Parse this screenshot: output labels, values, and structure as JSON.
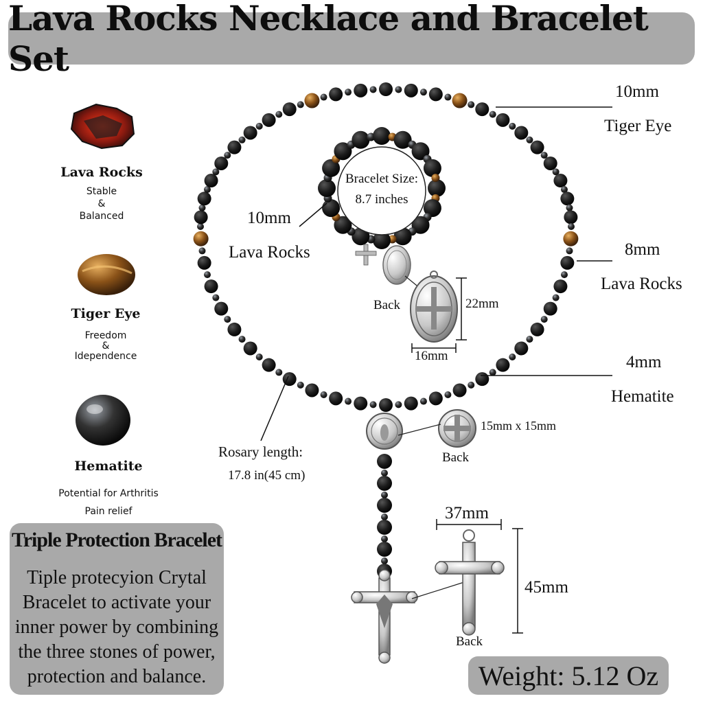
{
  "title": "Lava Rocks Necklace and Bracelet Set",
  "stones": [
    {
      "name": "Lava Rocks",
      "desc": [
        "Stable",
        "&",
        "Balanced"
      ]
    },
    {
      "name": "Tiger Eye",
      "desc": [
        "Freedom",
        "&",
        "Idependence"
      ]
    },
    {
      "name": "Hematite",
      "desc": [
        "Potential for Arthritis",
        "Pain relief"
      ]
    }
  ],
  "labels": {
    "tiger_size": "10mm",
    "tiger_name": "Tiger Eye",
    "lava8_size": "8mm",
    "lava8_name": "Lava Rocks",
    "hematite_size": "4mm",
    "hematite_name": "Hematite",
    "bracelet_size_line1": "Bracelet Size:",
    "bracelet_size_line2": "8.7 inches",
    "lava10_size": "10mm",
    "lava10_name": "Lava Rocks",
    "medal_back": "Back",
    "medal_height": "22mm",
    "medal_width": "16mm",
    "rosary_length_line1": "Rosary length:",
    "rosary_length_line2": "17.8 in(45 cm)",
    "center_size": "15mm x 15mm",
    "center_back": "Back",
    "cross_width": "37mm",
    "cross_height": "45mm",
    "cross_back": "Back"
  },
  "triple": {
    "title": "Triple Protection Bracelet",
    "lines": [
      "Tiple protecyion Crytal",
      "Bracelet to activate your",
      "inner power by combining",
      "the three stones of power,",
      "protection and balance."
    ]
  },
  "weight": "Weight: 5.12 Oz",
  "colors": {
    "banner": "#a9a9a9",
    "lava": "#1a1a1a",
    "tiger": "#8a5a20",
    "hematite": "#2b2b2e",
    "silver": "#cfcfcf"
  }
}
